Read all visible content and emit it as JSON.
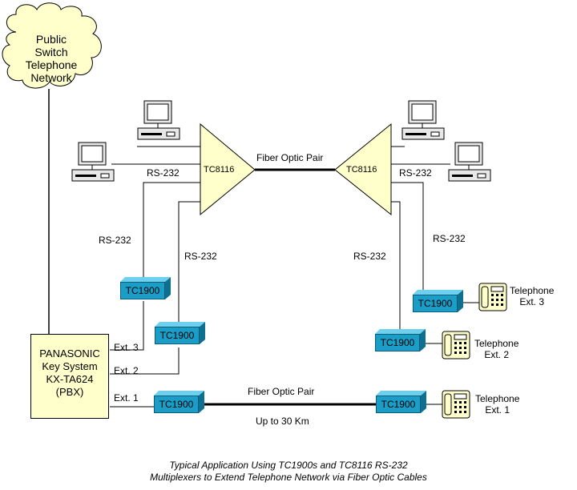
{
  "cloud": {
    "label_lines": [
      "Public",
      "Switch",
      "Telephone",
      "Network"
    ]
  },
  "pbx": {
    "lines": [
      "PANASONIC",
      "Key System",
      "KX-TA624",
      "(PBX)"
    ]
  },
  "multiplexers": {
    "left_label": "TC8116",
    "right_label": "TC8116"
  },
  "links": {
    "fiber_top": "Fiber Optic Pair",
    "fiber_bottom": "Fiber Optic Pair",
    "distance": "Up to 30 Km",
    "rs232_left_pc": "RS-232",
    "rs232_right_pc": "RS-232",
    "rs232_left_a": "RS-232",
    "rs232_left_b": "RS-232",
    "rs232_right_a": "RS-232",
    "rs232_right_b": "RS-232"
  },
  "extensions": {
    "ext3": "Ext. 3",
    "ext2": "Ext. 2",
    "ext1": "Ext. 1"
  },
  "converters": {
    "left_top": "TC1900",
    "left_mid": "TC1900",
    "left_bottom": "TC1900",
    "right_top": "TC1900",
    "right_mid": "TC1900",
    "right_bottom": "TC1900"
  },
  "phones": [
    {
      "name": "Telephone",
      "ext": "Ext. 3"
    },
    {
      "name": "Telephone",
      "ext": "Ext. 2"
    },
    {
      "name": "Telephone",
      "ext": "Ext. 1"
    }
  ],
  "caption": {
    "line1": "Typical Application Using TC1900s and TC8116 RS-232",
    "line2": "Multiplexers to Extend Telephone Network via Fiber Optic Cables"
  },
  "colors": {
    "cloud_fill": "#ffffcc",
    "mux_fill": "#ffffcc",
    "converter_fill": "#1a9ec8",
    "line": "#000000"
  },
  "icons": [
    "cloud-icon",
    "computer-icon",
    "multiplexer-triangle-icon",
    "converter-box-icon",
    "telephone-icon"
  ]
}
